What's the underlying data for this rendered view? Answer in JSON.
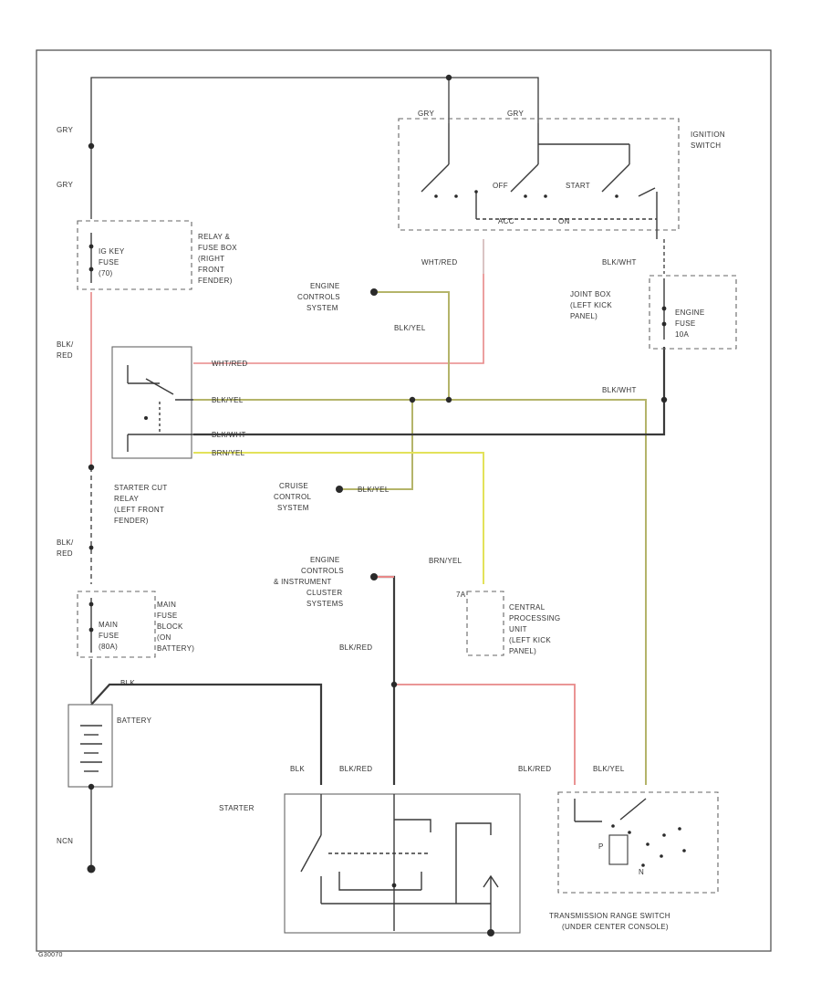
{
  "colors": {
    "wire": "#3a3a3a",
    "wire_red": "#e88888",
    "wire_yellow": "#d9d84a",
    "wire_olive": "#b4b46a",
    "frame": "#666666"
  },
  "labels": {
    "gry_1": "GRY",
    "gry_2": "GRY",
    "gry_sw_1": "GRY",
    "gry_sw_2": "GRY",
    "ignition_switch_1": "IGNITION",
    "ignition_switch_2": "SWITCH",
    "sw_off": "OFF",
    "sw_start": "START",
    "sw_acc": "ACC",
    "sw_on": "ON",
    "relay_box_1": "RELAY &",
    "relay_box_2": "FUSE BOX",
    "relay_box_3": "(RIGHT",
    "relay_box_4": "FRONT",
    "relay_box_5": "FENDER)",
    "ig_fuse_1": "IG KEY",
    "ig_fuse_2": "FUSE",
    "ig_fuse_3": "(70)",
    "wht_red_1": "WHT/RED",
    "blk_wht_1": "BLK/WHT",
    "joint_box_1": "JOINT BOX",
    "joint_box_2": "(LEFT KICK",
    "joint_box_3": "PANEL)",
    "engine_fuse_1": "ENGINE",
    "engine_fuse_2": "FUSE",
    "engine_fuse_3": "10A",
    "engine_controls_1": "ENGINE",
    "engine_controls_2": "CONTROLS",
    "engine_controls_3": "SYSTEM",
    "blk_yel_1": "BLK/YEL",
    "blk_red_1_a": "BLK/",
    "blk_red_1_b": "RED",
    "wht_red_2": "WHT/RED",
    "blk_yel_2": "BLK/YEL",
    "blk_wht_2": "BLK/WHT",
    "brn_yel_1": "BRN/YEL",
    "blk_wht_3": "BLK/WHT",
    "starter_cut_1": "STARTER CUT",
    "starter_cut_2": "RELAY",
    "starter_cut_3": "(LEFT FRONT",
    "starter_cut_4": "FENDER)",
    "cruise_1": "CRUISE",
    "cruise_2": "CONTROL",
    "cruise_3": "SYSTEM",
    "blk_yel_3": "BLK/YEL",
    "blk_red_2_a": "BLK/",
    "blk_red_2_b": "RED",
    "brn_yel_2": "BRN/YEL",
    "ecic_1": "ENGINE",
    "ecic_2": "CONTROLS",
    "ecic_3": "& INSTRUMENT",
    "ecic_4": "CLUSTER",
    "ecic_5": "SYSTEMS",
    "cpu_pin": "7A",
    "cpu_1": "CENTRAL",
    "cpu_2": "PROCESSING",
    "cpu_3": "UNIT",
    "cpu_4": "(LEFT KICK",
    "cpu_5": "PANEL)",
    "main_fuse_1": "MAIN",
    "main_fuse_2": "FUSE",
    "main_fuse_3": "(80A)",
    "main_box_1": "MAIN",
    "main_box_2": "FUSE",
    "main_box_3": "BLOCK",
    "main_box_4": "(ON",
    "main_box_5": "BATTERY)",
    "blk_red_3": "BLK/RED",
    "blk_1": "BLK",
    "battery": "BATTERY",
    "blk_2": "BLK",
    "blk_red_4": "BLK/RED",
    "blk_red_5": "BLK/RED",
    "blk_yel_4": "BLK/YEL",
    "starter": "STARTER",
    "ncn": "NCN",
    "trs_1": "TRANSMISSION RANGE SWITCH",
    "trs_2": "(UNDER CENTER CONSOLE)",
    "trs_p": "P",
    "trs_n": "N",
    "figure_id": "G30070"
  }
}
